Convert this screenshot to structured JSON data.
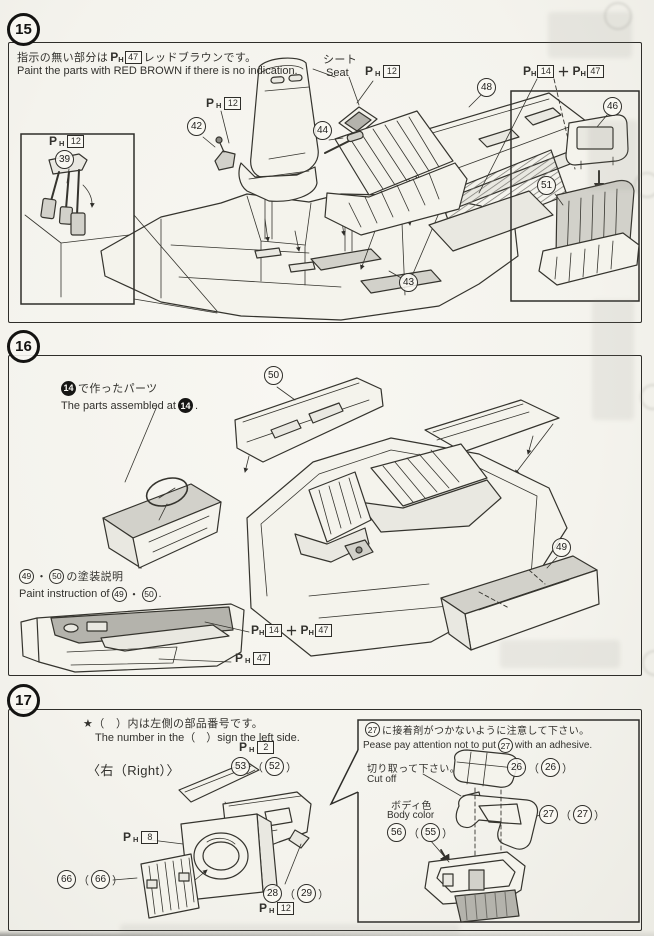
{
  "palette": {
    "paper": "#f4f3ec",
    "ink": "#2f2e2a"
  },
  "glyph": {
    "p": "P",
    "h": "H",
    "plus": "＋",
    "open": "（",
    "close": "）",
    "dot": "・",
    "period": "."
  },
  "s15": {
    "num": "15",
    "note_jp_pre": "指示の無い部分は",
    "note_jp_post": "レッドブラウンです。",
    "note_en": "Paint the parts with RED BROWN  if there is no indication.",
    "seat_jp": "シート",
    "seat_en": "Seat",
    "p12": "12",
    "p14": "14",
    "p47": "47",
    "n39": "39",
    "n42": "42",
    "n43": "43",
    "n44": "44",
    "n46": "46",
    "n48": "48",
    "n51": "51"
  },
  "s16": {
    "num": "16",
    "b14": "14",
    "note_jp_post": "で作ったパーツ",
    "note_en_pre": "The parts assembled at ",
    "note_en_post": ".",
    "n49": "49",
    "n50": "50",
    "paint_jp_post": "の塗装説明",
    "paint_en_pre": "Paint instruction of ",
    "p14": "14",
    "p47": "47"
  },
  "s17": {
    "num": "17",
    "note_jp": "★（　）内は左側の部品番号です。",
    "note_en": "The number in the（　）sign the left side.",
    "right_label": "〈右（Right）〉",
    "p2": "2",
    "p8": "8",
    "p12": "12",
    "n53": "53",
    "n52": "52",
    "n66": "66",
    "n28": "28",
    "n29": "29",
    "box": {
      "warn_jp_post": "に接着剤がつかないように注意して下さい。",
      "warn_en_pre": "Pease pay attention not to put",
      "warn_en_post": "with an adhesive.",
      "cut_jp": "切り取って下さい。",
      "cut_en": "Cut off",
      "body_jp": "ボディ色",
      "body_en": "Body color",
      "n26": "26",
      "n27": "27",
      "n55": "55",
      "n56": "56"
    }
  }
}
